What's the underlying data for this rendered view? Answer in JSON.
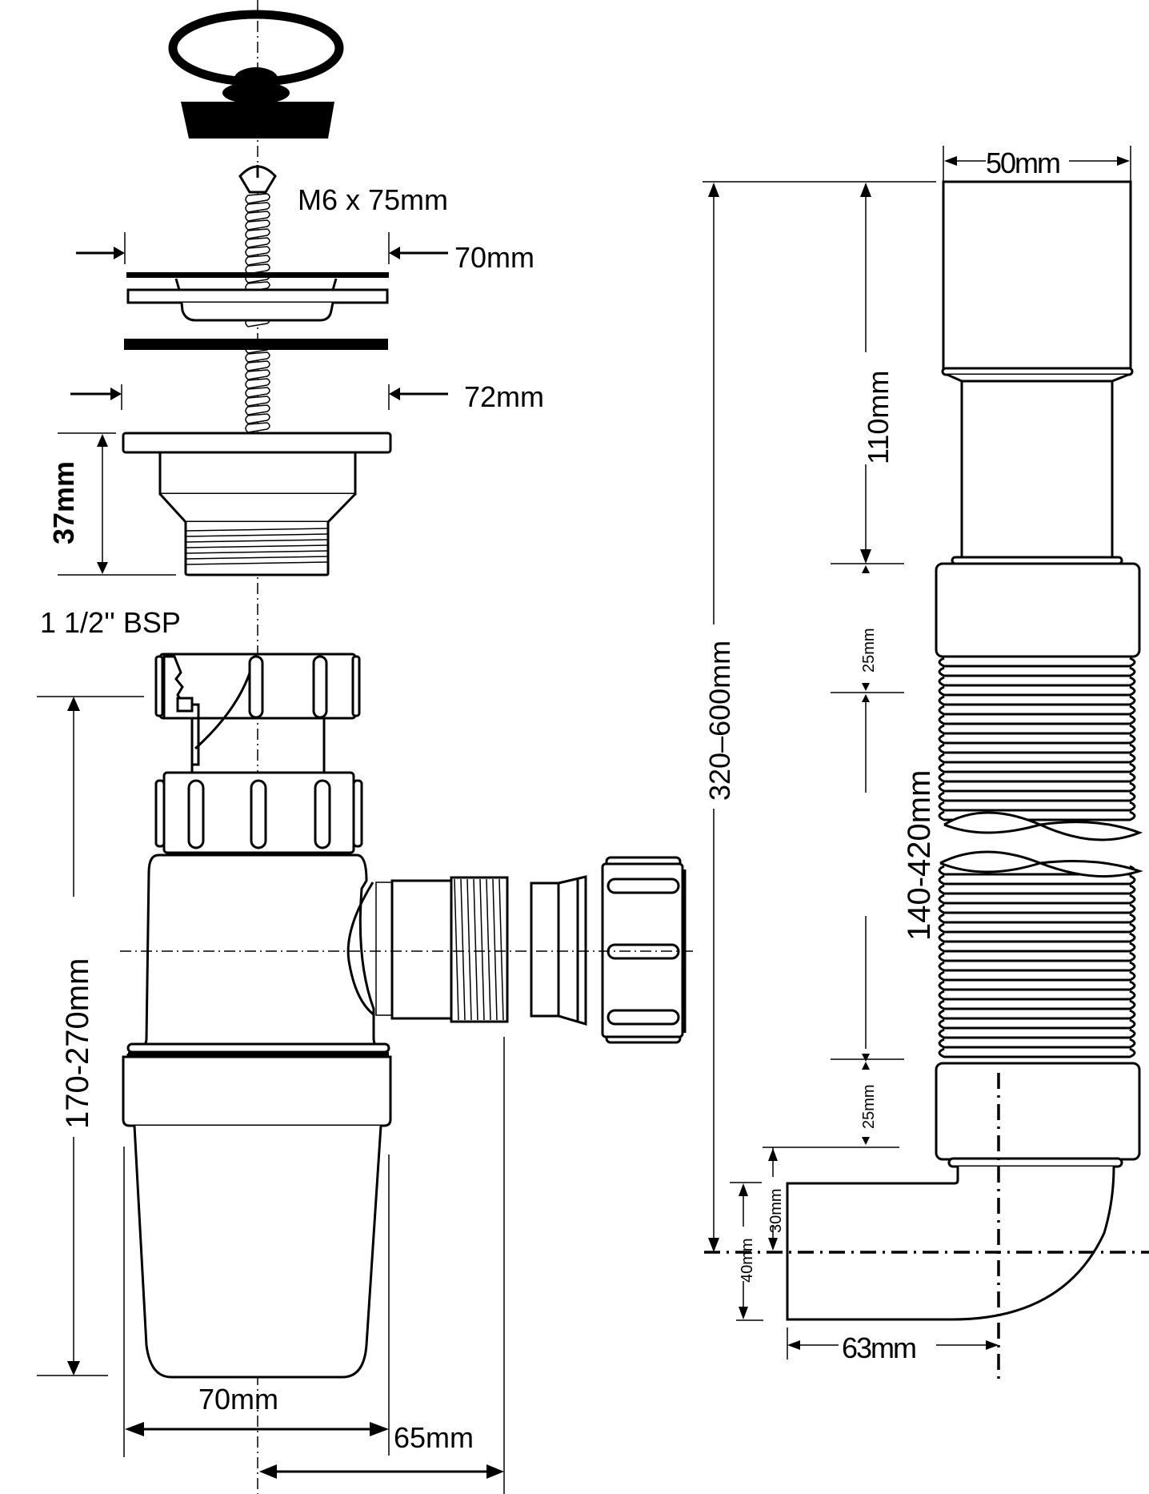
{
  "diagram": {
    "title": "Bottle trap with flexible waste pipe – technical dimension drawing",
    "left_assembly": {
      "components": [
        "plug-with-ring",
        "screw",
        "grid-plate",
        "washer",
        "waste-outlet",
        "union-nut",
        "bottle-trap-body",
        "outlet-spigot",
        "compression-ring",
        "outlet-nut"
      ],
      "labels": {
        "screw": "M6 x 75mm",
        "grid_width": "70mm",
        "washer_width": "72mm",
        "outlet_height": "37mm",
        "thread": "1 1/2'' BSP",
        "trap_height": "170-270mm",
        "bottle_width": "70mm",
        "outlet_offset": "65mm"
      }
    },
    "right_assembly": {
      "components": [
        "top-pipe",
        "upper-connector",
        "corrugated-hose",
        "lower-connector",
        "elbow-bend"
      ],
      "labels": {
        "pipe_diameter": "50mm",
        "top_pipe_length": "110mm",
        "total_length": "320–600mm",
        "upper_connector": "25mm",
        "hose_length": "140-420mm",
        "lower_connector": "25mm",
        "elbow_rise": "30mm",
        "elbow_height": "40mm",
        "elbow_reach": "63mm"
      }
    }
  }
}
